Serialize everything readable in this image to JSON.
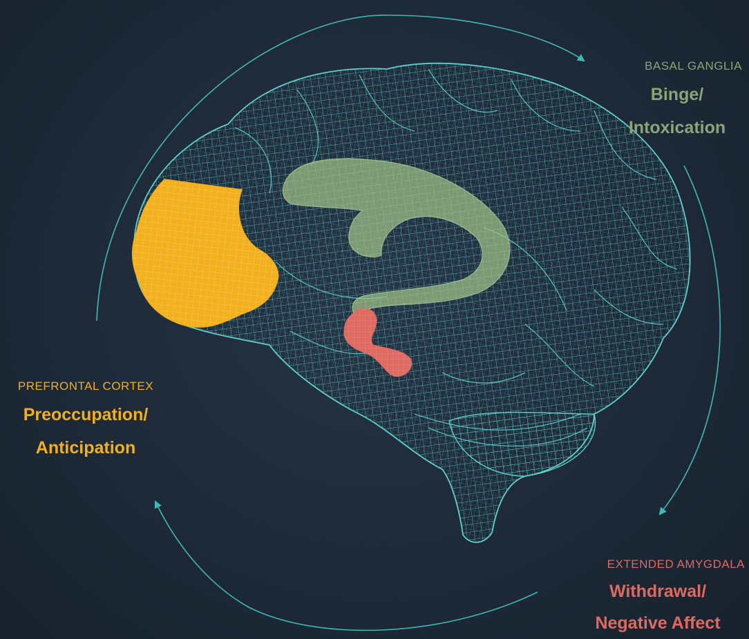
{
  "colors": {
    "background": "#1e2a38",
    "mesh": "#5fd0cc",
    "prefrontal": "#f2b01e",
    "basal_ganglia": "#8aa578",
    "amygdala": "#de6a62",
    "cycle_arrows": "#3fb8b4"
  },
  "prefrontal_cortex": {
    "region": "PREFRONTAL CORTEX",
    "stage_line1": "Preoccupation/",
    "stage_line2": "Anticipation"
  },
  "basal_ganglia": {
    "region": "BASAL GANGLIA",
    "stage_line1": "Binge/",
    "stage_line2": "Intoxication"
  },
  "extended_amygdala": {
    "region": "EXTENDED AMYGDALA",
    "stage_line1": "Withdrawal/",
    "stage_line2": "Negative Affect"
  }
}
